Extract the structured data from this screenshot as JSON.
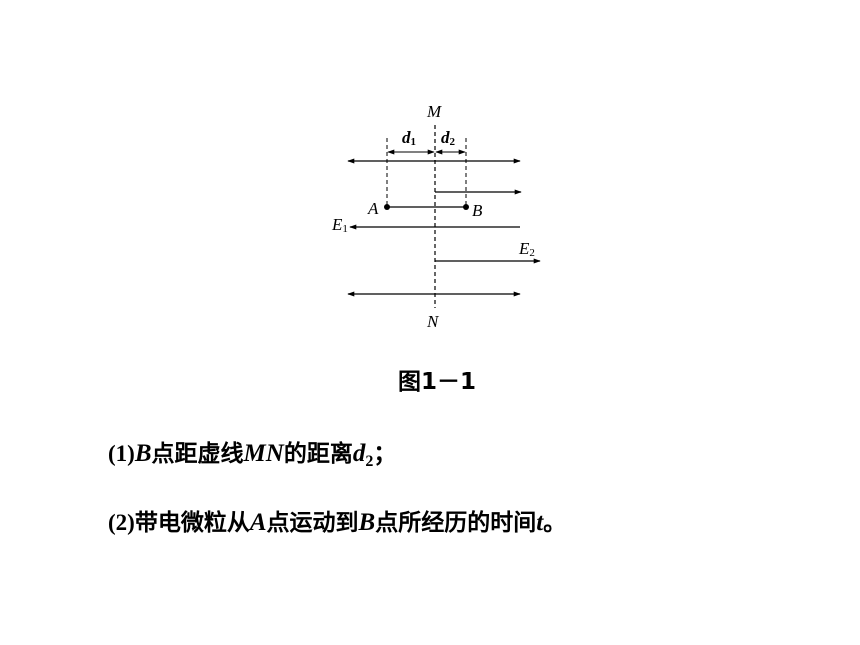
{
  "figure": {
    "label_M": "M",
    "label_N": "N",
    "label_A": "A",
    "label_B": "B",
    "label_E1": "E",
    "label_E1_sub": "1",
    "label_E2": "E",
    "label_E2_sub": "2",
    "label_d1": "d",
    "label_d1_sub": "1",
    "label_d2": "d",
    "label_d2_sub": "2",
    "caption": "图1－1"
  },
  "questions": {
    "q1": {
      "prefix": "(1)",
      "var_B": "B",
      "text1": "点距虚线",
      "var_MN": "MN",
      "text2": "的距离",
      "var_d": "d",
      "var_d_sub": "2",
      "suffix": "；"
    },
    "q2": {
      "prefix": "(2)",
      "text1": "带电微粒从",
      "var_A": "A",
      "text2": "点运动到",
      "var_B": "B",
      "text3": "点所经历的时间",
      "var_t": "t",
      "suffix": "。"
    }
  }
}
